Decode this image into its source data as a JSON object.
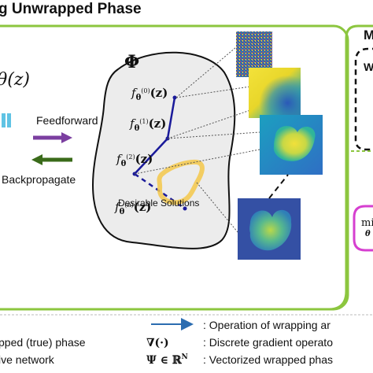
{
  "header": {
    "title": "g Unwrapped Phase"
  },
  "left": {
    "network_label": "θ(z)",
    "feedforward": "Feedforward",
    "backpropagate": "Backpropagate"
  },
  "blob": {
    "symbol": "Φ",
    "steps": [
      {
        "base": "f",
        "sub": "θ",
        "sup": "(0)",
        "arg": "(z)"
      },
      {
        "base": "f",
        "sub": "θ",
        "sup": "(1)",
        "arg": "(z)"
      },
      {
        "base": "f",
        "sub": "θ",
        "sup": "(2)",
        "arg": "(z)"
      },
      {
        "base": "f",
        "sub": "θ",
        "sup": "(n)",
        "arg": "(z)"
      }
    ],
    "solutions_label": "Desirable Solutions"
  },
  "right": {
    "box_letter": "M",
    "inner_letter": "W",
    "min_text": "mi",
    "min_sub": "θ"
  },
  "legend": {
    "wrap_text": ": Operation of wrapping ar",
    "left_row1": "pped (true) phase",
    "left_row2": "ive network",
    "grad_symbol": "∇(·)",
    "grad_text": ": Discrete gradient operato",
    "psi_symbol": "Ψ ∈ ℝ",
    "psi_sup": "N",
    "psi_text": ": Vectorized wrapped phas"
  },
  "colors": {
    "green_frame": "#8cc63f",
    "blob_fill": "#ececec",
    "path_blue": "#1a1a9a",
    "feedforward_arrow": "#7b3fa0",
    "backprop_arrow": "#3a6b1a",
    "solution_ring": "#f5c84a",
    "network_box": "#5fc3e4",
    "magenta_box": "#d63fd0",
    "legend_arrow": "#2b6cb0"
  }
}
